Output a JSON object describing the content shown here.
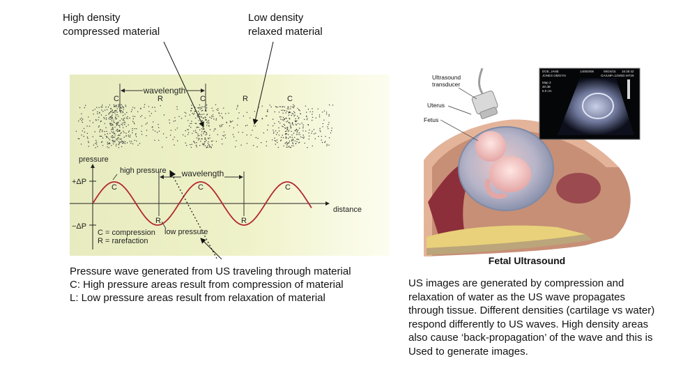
{
  "callouts": {
    "high_density": [
      "High density",
      "compressed material"
    ],
    "low_density": [
      "Low density",
      "relaxed material"
    ]
  },
  "wave_figure": {
    "wavelength_label": "wavelength",
    "top_markers": [
      "C",
      "R",
      "C",
      "R",
      "C"
    ],
    "pressure_axis_label": "pressure",
    "plus_dp": "+ΔP",
    "minus_dp": "−ΔP",
    "distance_label": "distance",
    "high_pressure_label": "high pressure",
    "low_pressure_label": "low pressure",
    "wave_c_labels": [
      "C",
      "C",
      "C"
    ],
    "wave_r_labels": [
      "R",
      "R"
    ],
    "legend": [
      "C = compression",
      "R = rarefaction"
    ]
  },
  "left_caption": [
    "Pressure wave generated from US traveling through material",
    "C: High pressure areas result from compression of material",
    "L: Low pressure areas result from relaxation of material"
  ],
  "ultrasound_figure": {
    "labels": [
      "Ultrasound",
      "transducer",
      "Uterus",
      "Fetus"
    ],
    "monitor_text": [
      "DOE, JANE",
      "14082006",
      "09/24/15",
      "16:35:42",
      "JONES OB/GYN",
      "GA/LMP=14W0D",
      "MT29",
      "Map 3",
      "30 dB",
      "5.0 cm"
    ],
    "title": "Fetal Ultrasound"
  },
  "right_paragraph": [
    "US images are generated by compression and",
    "relaxation of water as the US wave propagates",
    "through tissue. Different densities (cartilage vs water)",
    "respond differently to US waves. High density areas",
    "also cause ‘back-propagation’ of the wave and this is",
    "Used to generate images."
  ],
  "colors": {
    "wave": "#b3262e",
    "panel_left": "#e9ecc3",
    "panel_right": "#fbfbe6",
    "axis": "#222222"
  }
}
